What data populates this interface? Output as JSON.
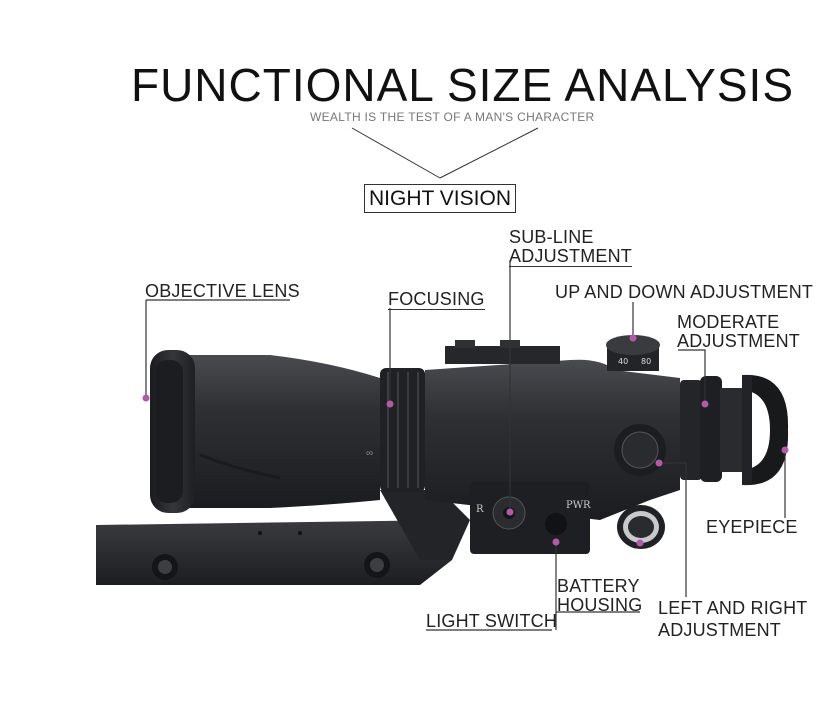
{
  "header": {
    "title": "FUNCTIONAL SIZE ANALYSIS",
    "subtitle": "WEALTH IS THE TEST OF A MAN'S CHARACTER",
    "badge": "NIGHT VISION"
  },
  "labels": {
    "objective_lens": "OBJECTIVE LENS",
    "focusing": "FOCUSING",
    "sub_line_1": "SUB-LINE",
    "sub_line_2": "ADJUSTMENT",
    "up_down": "UP AND DOWN ADJUSTMENT",
    "moderate_1": "MODERATE",
    "moderate_2": "ADJUSTMENT",
    "eyepiece": "EYEPIECE",
    "battery_1": "BATTERY",
    "battery_2": "HOUSING",
    "left_right_1": "LEFT AND RIGHT",
    "left_right_2": "ADJUSTMENT",
    "light_switch": "LIGHT SWITCH"
  },
  "device_markings": {
    "pwr": "PWR",
    "r": "R",
    "dial_a": "40",
    "dial_b": "80",
    "infinity": "∞"
  },
  "colors": {
    "marker": "#b259a8",
    "device_body": "#2c2d31",
    "leader_line": "#333333"
  }
}
